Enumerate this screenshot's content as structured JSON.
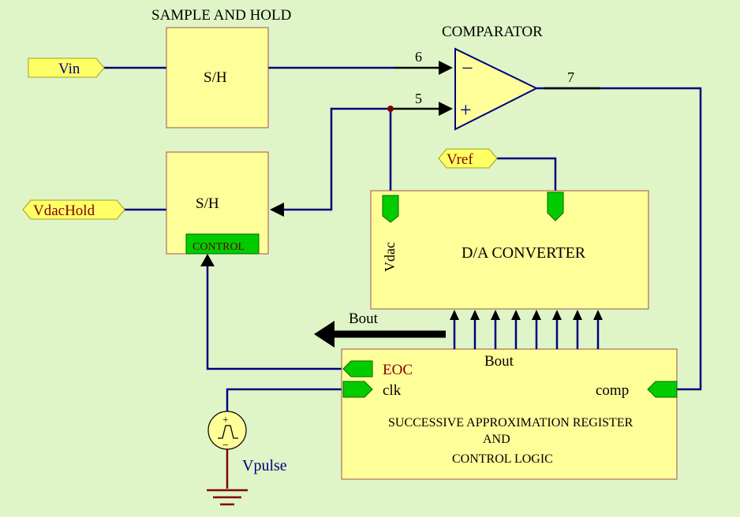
{
  "colors": {
    "background": "#dff5c7",
    "block_fill": "#ffff99",
    "block_stroke": "#a05050",
    "wire": "#000080",
    "pin_green": "#00cc00",
    "ground": "#800000",
    "red_text": "#800000",
    "blue_text": "#000080",
    "black": "#000000"
  },
  "labels": {
    "sample_and_hold": "SAMPLE AND HOLD",
    "comparator": "COMPARATOR",
    "sh_top": "S/H",
    "sh_bottom": "S/H",
    "control": "CONTROL",
    "dac": "D/A CONVERTER",
    "vdac_pin": "Vdac",
    "sar_line1": "SUCCESSIVE APPROXIMATION REGISTER",
    "sar_line2": "AND",
    "sar_line3": "CONTROL LOGIC",
    "eoc": "EOC",
    "clk": "clk",
    "comp": "comp",
    "bout_in": "Bout",
    "bout_out": "Bout",
    "vpulse": "Vpulse",
    "minus": "−",
    "plus": "+",
    "src_plus": "+",
    "src_minus": "−"
  },
  "nets": {
    "n6": "6",
    "n5": "5",
    "n7": "7"
  },
  "ports": {
    "vin": "Vin",
    "vref": "Vref",
    "vdachold": "VdacHold"
  },
  "icons": {
    "ground": "ground-icon",
    "pulse_source": "pulse-source-icon",
    "arrow": "arrow-icon"
  }
}
